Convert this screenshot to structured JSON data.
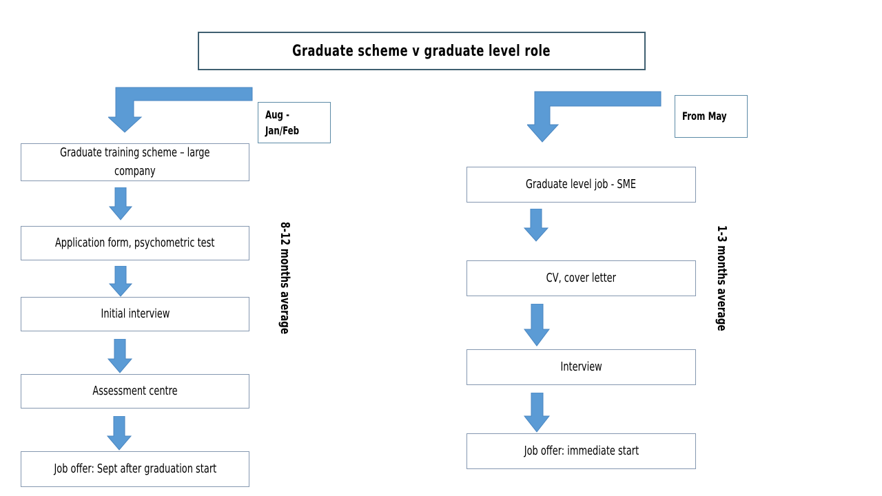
{
  "page": {
    "background": "#ffffff",
    "accent_blue": "#5B9BD5",
    "accent_blue_stroke": "#41719C",
    "box_border": "#8497B0",
    "title_border": "#3F5F70",
    "note_border": "#5B8AA6"
  },
  "title": {
    "text": "Graduate scheme  v graduate level role"
  },
  "columns": [
    {
      "id": "graduate-scheme",
      "note": {
        "text": "Aug  -\nJan/Feb"
      },
      "duration_label": "8-12 months average",
      "steps": [
        {
          "label": "Graduate training scheme – large\ncompany"
        },
        {
          "label": "Application form, psychometric test"
        },
        {
          "label": "Initial  interview"
        },
        {
          "label": "Assessment centre"
        },
        {
          "label": "Job offer: Sept after  graduation start"
        }
      ]
    },
    {
      "id": "graduate-level-role",
      "note": {
        "text": "From  May"
      },
      "duration_label": "1-3 months  average",
      "steps": [
        {
          "label": "Graduate level job - SME"
        },
        {
          "label": "CV, cover letter"
        },
        {
          "label": "Interview"
        },
        {
          "label": "Job offer: immediate start"
        }
      ]
    }
  ],
  "icons": {
    "elbow_arrow": "elbow-arrow-down-icon",
    "down_arrow": "arrow-down-icon"
  }
}
